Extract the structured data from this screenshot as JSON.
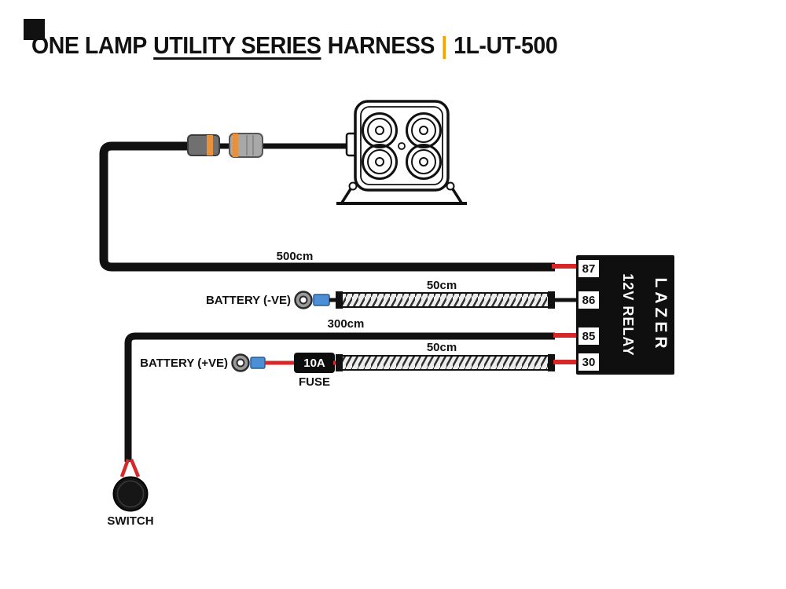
{
  "header": {
    "title": {
      "part1": "ONE LAMP",
      "underlined": "UTILITY SERIES",
      "part2": "HARNESS",
      "separator": "|",
      "code": "1L-UT-500"
    }
  },
  "diagram": {
    "lamp_wire_length": "500cm",
    "negative_wire_length": "50cm",
    "switch_wire_length": "300cm",
    "positive_wire_length": "50cm",
    "battery_negative_label": "BATTERY (-VE)",
    "battery_positive_label": "BATTERY (+VE)",
    "fuse_rating": "10A",
    "fuse_label": "FUSE",
    "switch_label": "SWITCH",
    "relay": {
      "label": "12V RELAY",
      "brand": "LAZER",
      "terminals": [
        "87",
        "86",
        "85",
        "30"
      ]
    }
  },
  "colors": {
    "accent": "#F0A500",
    "wire_black": "#111111",
    "wire_red": "#D62828",
    "connector_blue": "#4D8FD6",
    "connector_orange": "#E8913A"
  }
}
